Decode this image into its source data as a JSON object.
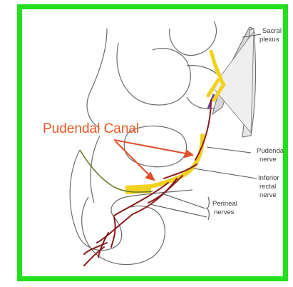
{
  "figure": {
    "title": "Pudendal Canal",
    "labels": {
      "sacral_plexus_line1": "Sacral",
      "sacral_plexus_line2": "plexus",
      "pudendal_nerve_line1": "Pudenda",
      "pudendal_nerve_line2": "nerve",
      "inferior_rectal_line1": "Inferior",
      "inferior_rectal_line2": "rectal",
      "inferior_rectal_line3": "nerve",
      "perineal_line1": "Perineal",
      "perineal_line2": "nerves"
    },
    "colors": {
      "frame": "#22e01c",
      "title": "#e8561f",
      "arrow": "#e0502a",
      "pudendal_nerve": "#f2d21c",
      "branches": "#8a1a1a",
      "plexus_accent": "#6a3fb0"
    }
  }
}
